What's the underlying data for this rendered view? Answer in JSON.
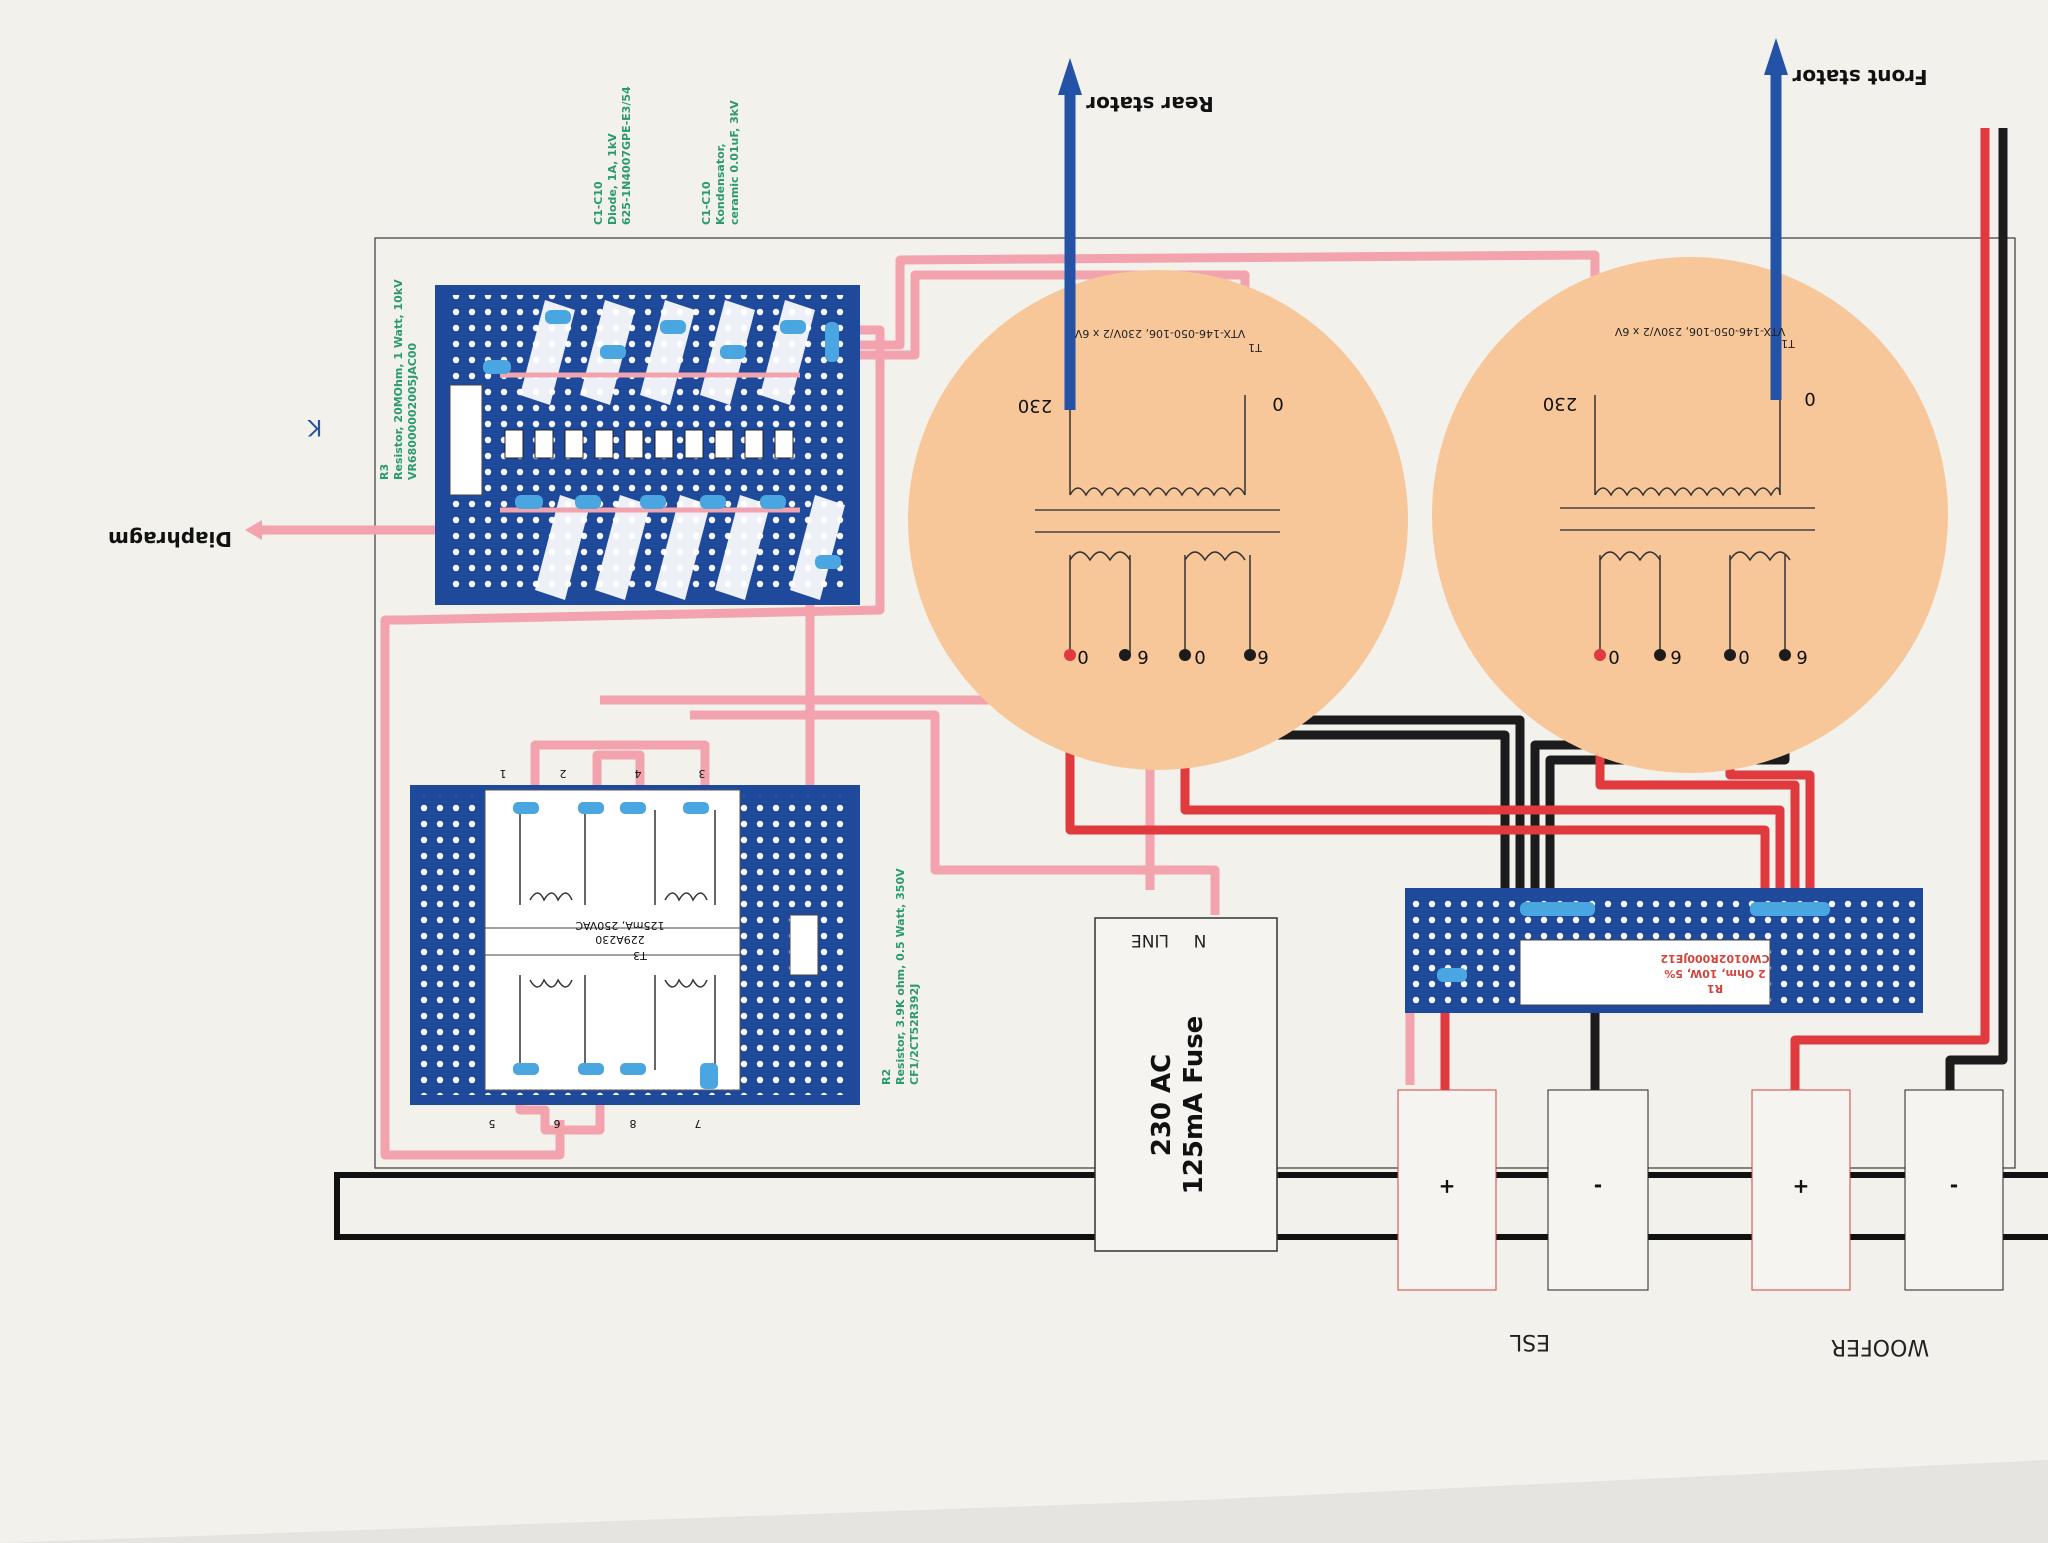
{
  "labels": {
    "rear_stator": "Rear stator",
    "front_stator": "Front stator",
    "diaphragm": "Diaphragm",
    "woofer": "WOOFER",
    "esl": "ESL",
    "plus": "+",
    "minus": "-",
    "k_mark": "K"
  },
  "notes": {
    "c_diode_1": "C1-C10",
    "c_diode_2": "Diode, 1A, 1kV",
    "c_diode_3": "625-1N4007GPE-E3/54",
    "c_cap_1": "C1-C10",
    "c_cap_2": "Kondensator,",
    "c_cap_3": "ceramic 0.01uF, 3kV",
    "r3_1": "R3",
    "r3_2": "Resistor, 20MOhm, 1 Watt, 10kV",
    "r3_3": "VR68000002005JAC00",
    "r2_1": "R2",
    "r2_2": "Resistor, 3.9K ohm, 0.5 Watt, 350V",
    "r2_3": "CF1/2CT52R392J",
    "r1_1": "R1",
    "r1_2": "2 Ohm, 10W, 5%",
    "r1_3": "CW0102R000JE12"
  },
  "transformers": {
    "t1_left": {
      "id": "T1",
      "part": "VTX-146-050-106, 230V/2 x 6V",
      "tap_230": "230",
      "tap_0": "0",
      "sec": [
        "0",
        "6",
        "0",
        "6"
      ]
    },
    "t1_right": {
      "id": "T1",
      "part": "VTX-146-050-106, 230V/2 x 6V",
      "tap_230": "230",
      "tap_0": "0",
      "sec": [
        "0",
        "6",
        "0",
        "6"
      ]
    }
  },
  "t3": {
    "id": "T3",
    "rating1": "229A230",
    "rating2": "125mA, 250VAC",
    "pins_top": [
      "1",
      "2",
      "4",
      "3"
    ],
    "pins_bottom": [
      "5",
      "6",
      "8",
      "7"
    ]
  },
  "fuse": {
    "line1": "230 AC",
    "line2": "125mA Fuse",
    "n": "N",
    "line": "LINE"
  },
  "colors": {
    "paper": "#f3f2ee",
    "board": "#1f4a9c",
    "transformer": "#f7c79a",
    "pink_wire": "#f2a3ad",
    "red_wire": "#e0393e",
    "black_wire": "#1c1c1c",
    "blue_arrow": "#2452a6",
    "note_green": "#2b9a6c",
    "pad_blue": "#4aa6e0"
  }
}
